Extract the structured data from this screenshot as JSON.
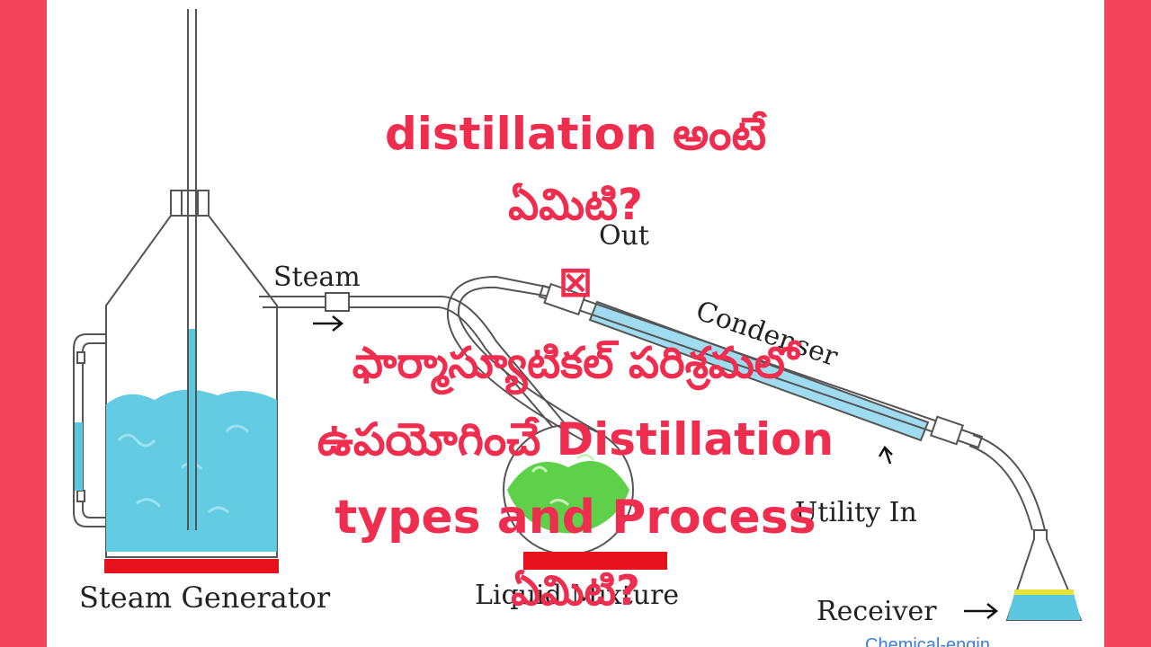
{
  "diagram": {
    "labels": {
      "steam": "Steam",
      "out": "Out",
      "condenser": "Condenser",
      "utility_in": "Utility In",
      "steam_generator": "Steam Generator",
      "liquid_mixture": "Liquid Mixture",
      "receiver": "Receiver",
      "watermark": "Chemical-engin..."
    },
    "colors": {
      "water": "#5bc8e0",
      "heater": "#e8121e",
      "mixture": "#5fd04a",
      "condenser": "#9fdcf0",
      "receiver_liquid": "#5bc8e0",
      "receiver_top": "#e8e43a",
      "overlay_text": "#ee2d4f",
      "side_bars": "#f2445c"
    }
  },
  "overlay": {
    "line1": "distillation అంటే",
    "line2": "ఏమిటి?",
    "line3": "⊠",
    "line4": "ఫార్మాస్యూటికల్ పరిశ్రమలో",
    "line5": "ఉపయోగించే Distillation",
    "line6": "types and Process",
    "line7": "ఏమిటి?"
  }
}
